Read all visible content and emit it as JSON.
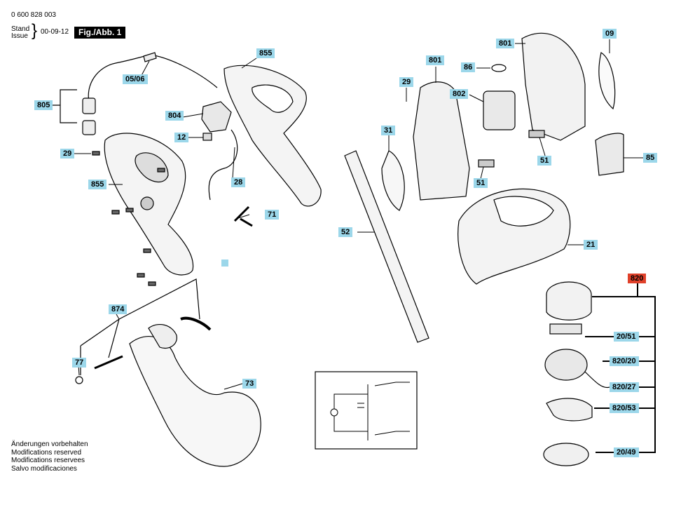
{
  "header": {
    "doc_number": "0 600 828 003",
    "stand_label": "Stand",
    "issue_label": "Issue",
    "brace": "}",
    "date": "00-09-12",
    "figure": "Fig./Abb. 1"
  },
  "labels": {
    "l805": "805",
    "l05_06": "05/06",
    "l855a": "855",
    "l804": "804",
    "l12": "12",
    "l29a": "29",
    "l855b": "855",
    "l28": "28",
    "l71": "71",
    "l874": "874",
    "l77": "77",
    "l73": "73",
    "l801a": "801",
    "l86": "86",
    "l29b": "29",
    "l802": "802",
    "l31": "31",
    "l51a": "51",
    "l52": "52",
    "l801b": "801",
    "l09": "09",
    "l51b": "51",
    "l85": "85",
    "l21": "21",
    "l820": "820",
    "l20_51": "20/51",
    "l820_20": "820/20",
    "l820_27": "820/27",
    "l820_53": "820/53",
    "l20_49": "20/49"
  },
  "notes": [
    "Änderungen vorbehalten",
    "Modifications reserved",
    "Modifications reservees",
    "Salvo modificaciones"
  ],
  "colors": {
    "label_bg": "#9cd7ea",
    "highlight": "#e0402a"
  }
}
